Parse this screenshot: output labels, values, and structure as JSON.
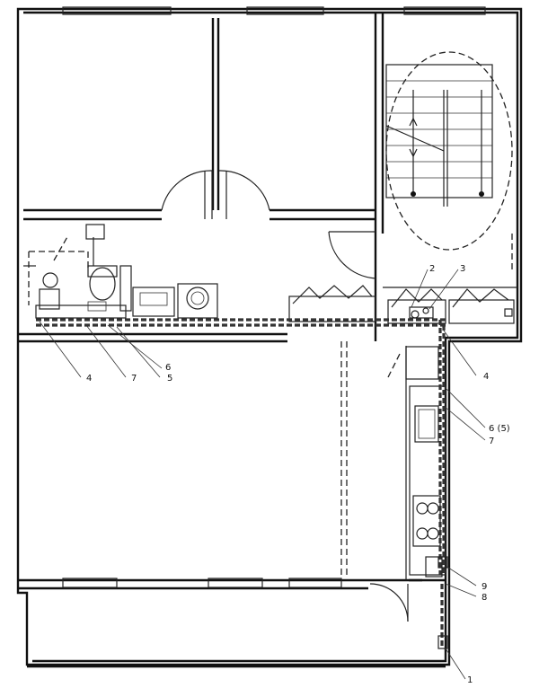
{
  "callouts": {
    "n1": "1",
    "n2": "2",
    "n3": "3",
    "n4_left": "4",
    "n4_right": "4",
    "n5": "5",
    "n6_left": "6",
    "n6_right": "6 (5)",
    "n7_left": "7",
    "n7_right": "7",
    "n8": "8",
    "n9": "9"
  }
}
